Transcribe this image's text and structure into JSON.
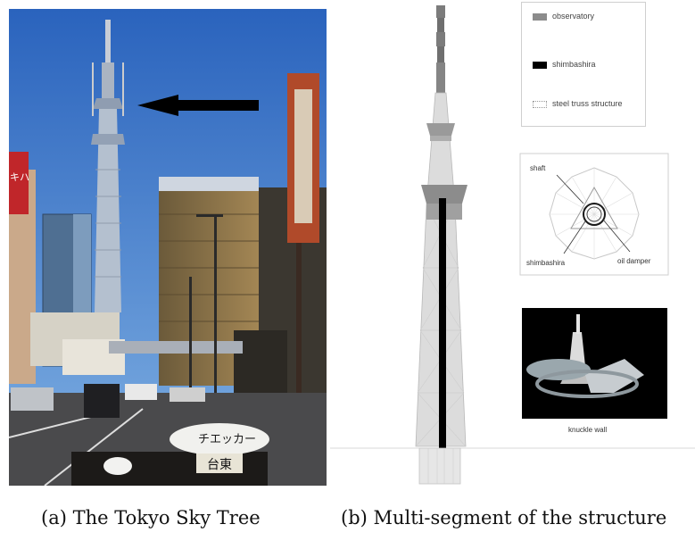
{
  "captions": {
    "a": "(a) The Tokyo Sky Tree",
    "b": "(b) Multi-segment of the structure"
  },
  "photo_signs": {
    "taxi_top": "チエッカー",
    "taxi_bottom": "台東",
    "left_sign": "キハ"
  },
  "legend": {
    "items": [
      {
        "label": "observatory",
        "color": "#8c8c8c"
      },
      {
        "label": "shimbashira",
        "color": "#000000"
      },
      {
        "label": "steel truss structure",
        "color": "#ffffff"
      }
    ]
  },
  "cross_section": {
    "shaft_label": "shaft",
    "shimbashira_label": "shimbashira",
    "damper_label": "oil damper"
  },
  "render": {
    "caption": "knuckle wall"
  },
  "colors": {
    "sky": "#2b6fc6",
    "tower_fill": "#d9d9d9",
    "observatory": "#8c8c8c",
    "shimbashira": "#000000"
  }
}
